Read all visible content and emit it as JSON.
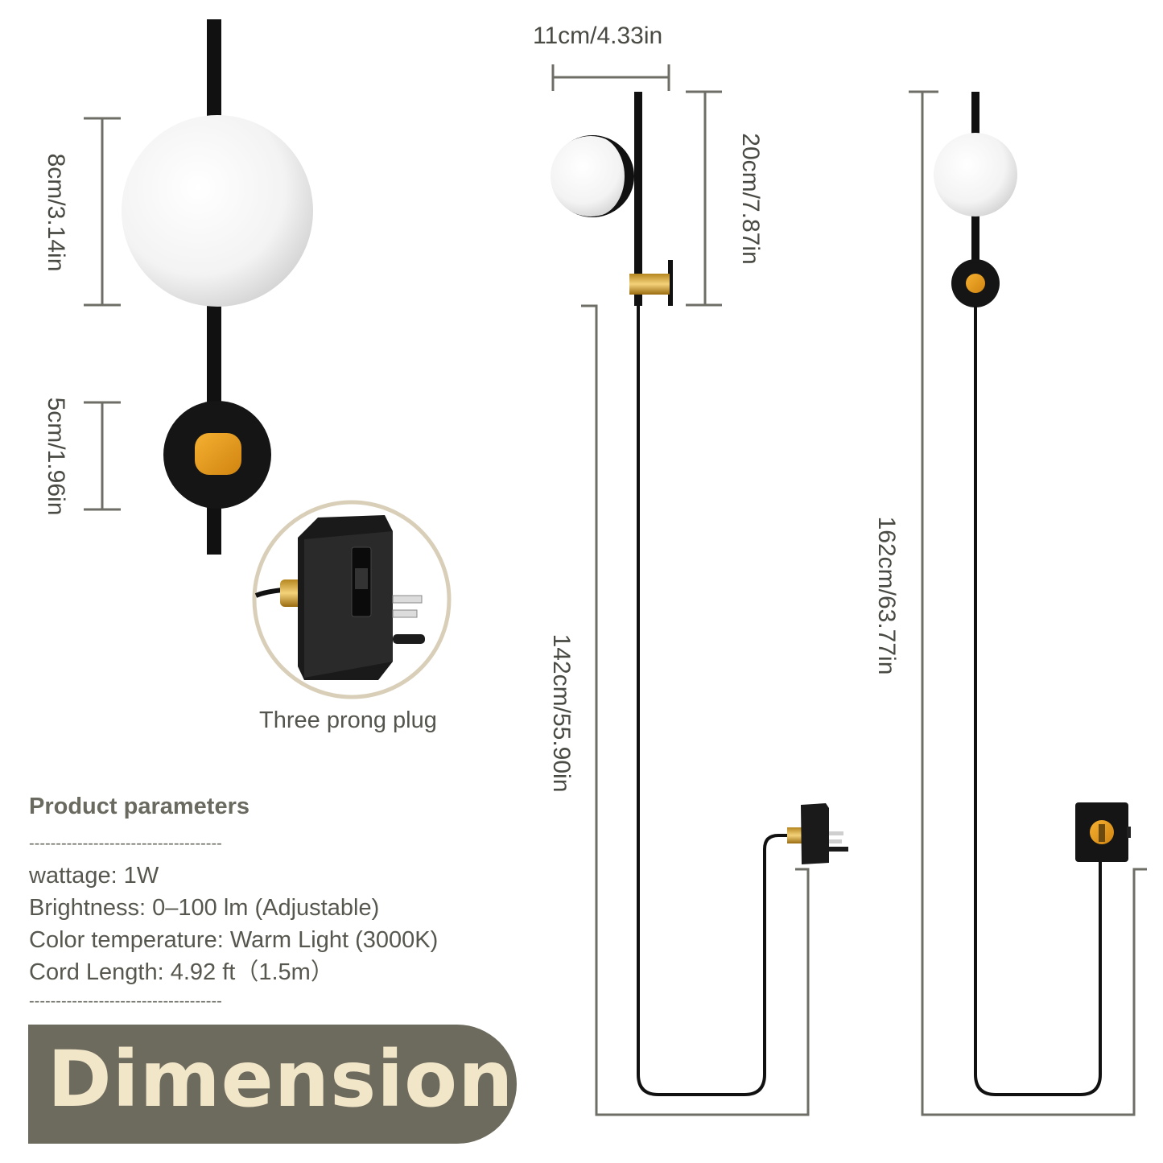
{
  "dimensions": {
    "globe_diameter": "8cm/3.14in",
    "base_diameter": "5cm/1.96in",
    "depth": "11cm/4.33in",
    "height": "20cm/7.87in",
    "cord_length_side": "142cm/55.90in",
    "total_length_front": "162cm/63.77in"
  },
  "plug": {
    "caption": "Three prong plug"
  },
  "parameters": {
    "title": "Product parameters",
    "separator": "------------------------------------",
    "wattage": "wattage: 1W",
    "brightness": "Brightness: 0–100 lm (Adjustable)",
    "color_temperature": "Color temperature: Warm Light (3000K)",
    "cord_length": "Cord Length: 4.92 ft（1.5m）"
  },
  "banner": {
    "label": "Dimension"
  },
  "colors": {
    "lamp_black": "#111111",
    "brass": "#e69a1a",
    "dimension_line": "#6e6e66",
    "banner_bg": "#6d6a5e",
    "banner_text": "#f2e6c9"
  }
}
